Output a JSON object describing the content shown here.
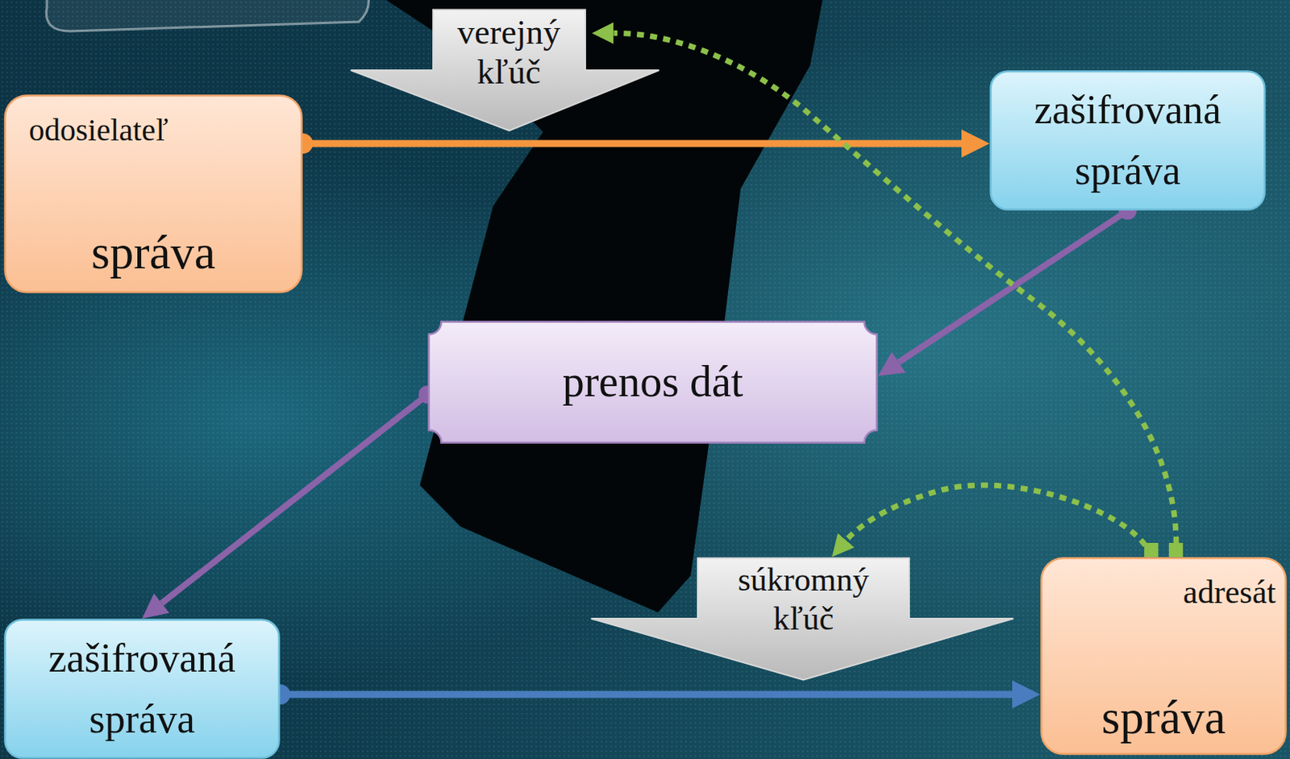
{
  "diagram": {
    "nodes": [
      {
        "text": [
          "verejný kľúč"
        ]
      },
      {
        "text": [
          "odosielateľ",
          "správa"
        ]
      },
      {
        "text": [
          "zašifrovaná správa"
        ]
      },
      {
        "text": [
          "prenos dát"
        ]
      },
      {
        "text": [
          "súkromný kľúč"
        ]
      },
      {
        "text": [
          "zašifrovaná správa"
        ]
      },
      {
        "text": [
          "adresát",
          "správa"
        ]
      }
    ],
    "edges": [
      {
        "from": 1,
        "to": 2,
        "arrow": "to"
      },
      {
        "from": 2,
        "to": 3,
        "arrow": "to"
      },
      {
        "from": 3,
        "to": 5,
        "arrow": "to"
      },
      {
        "from": 5,
        "to": 6,
        "arrow": "to"
      },
      {
        "from": 6,
        "to": 0,
        "arrow": "to"
      },
      {
        "from": 6,
        "to": 4,
        "arrow": "to"
      }
    ]
  }
}
